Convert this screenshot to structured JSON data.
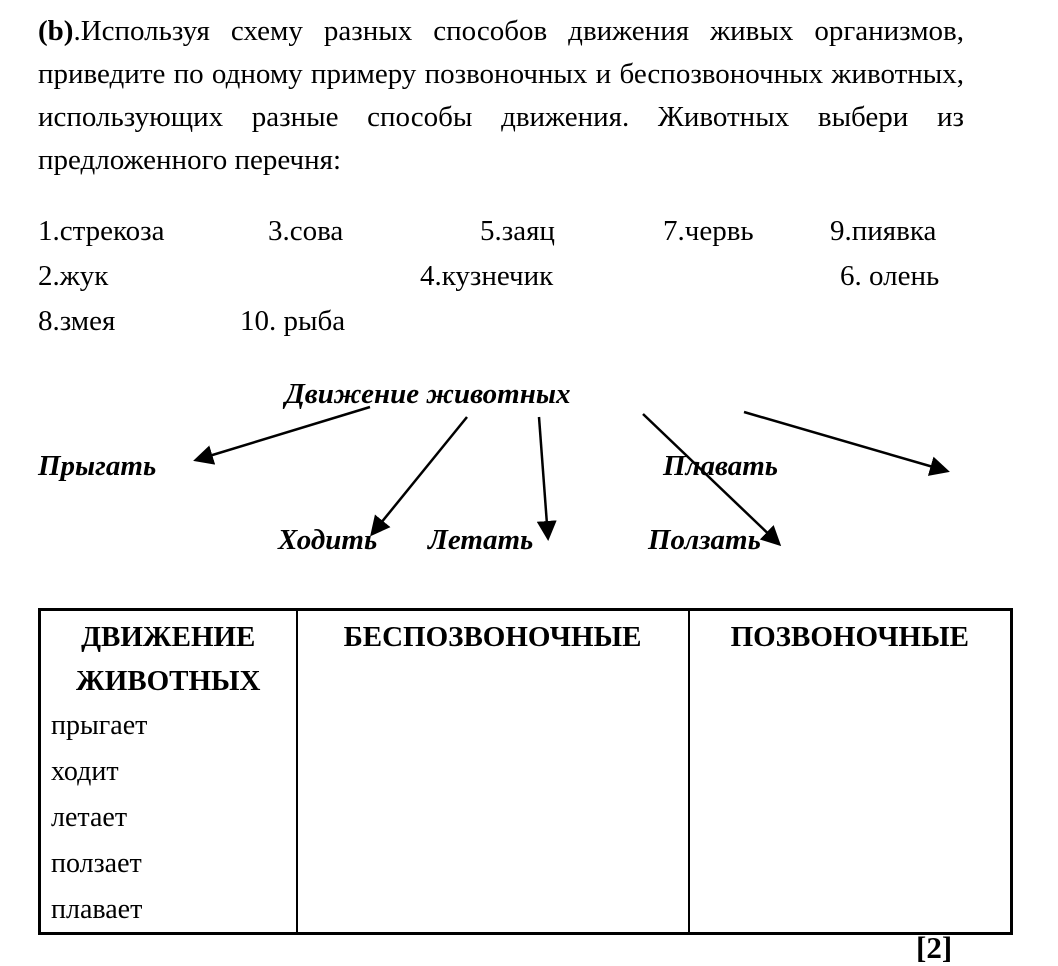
{
  "question": {
    "label": "(b)",
    "text": ".Используя схему разных способов движения живых организмов, приведите по одному примеру позвоночных и беспозвоночных животных, использующих разные способы движения. Животных выбери из предложенного перечня:"
  },
  "animal_list": {
    "rows": [
      [
        "1.стрекоза",
        "3.сова",
        "5.заяц",
        "7.червь",
        "9.пиявка"
      ],
      [
        "2.жук",
        "4.кузнечик",
        "6. олень"
      ],
      [
        "8.змея",
        "10. рыба"
      ]
    ]
  },
  "diagram": {
    "title": "Движение животных",
    "labels": {
      "jump": "Прыгать",
      "swim": "Плавать",
      "walk": "Ходить",
      "fly": "Летать",
      "crawl": "Ползать"
    }
  },
  "table": {
    "headers": [
      "ДВИЖЕНИЕ ЖИВОТНЫХ",
      "БЕСПОЗВОНОЧНЫЕ",
      "ПОЗВОНОЧНЫЕ"
    ],
    "rows": [
      "прыгает",
      "ходит",
      "летает",
      "ползает",
      "плавает"
    ]
  },
  "score": "[2]"
}
